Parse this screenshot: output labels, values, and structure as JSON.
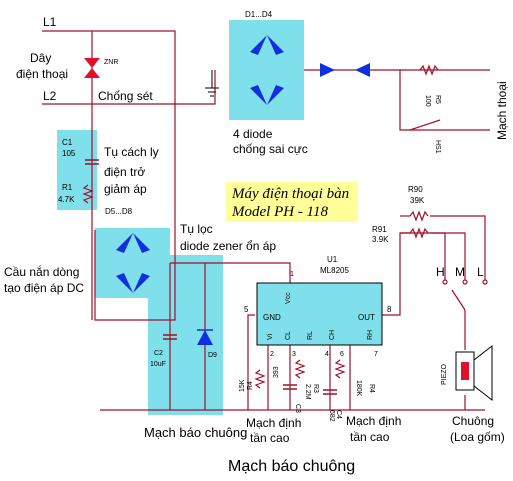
{
  "lines": {
    "l1": "L1",
    "l2": "L2"
  },
  "labels": {
    "phone_line": [
      "Dây",
      "điện thoại"
    ],
    "surge": "Chống sét",
    "zener_protect": "ZNR",
    "bridge_top": "D1...D4",
    "diode4": [
      "4 diode",
      "chống sai cực"
    ],
    "phone_circuit": "Mạch thoại",
    "r5": [
      "R5",
      "100"
    ],
    "hs1": "HS1",
    "c1": [
      "C1",
      "105"
    ],
    "r1": [
      "R1",
      "4.7K"
    ],
    "d5d8": "D5...D8",
    "iso_cap": [
      "Tụ cách ly",
      "điện trở",
      "giảm áp"
    ],
    "model": [
      "Máy điện thoại bàn",
      "Model PH - 118"
    ],
    "r90": [
      "R90",
      "39K"
    ],
    "r91": [
      "R91",
      "3.9K"
    ],
    "filter": [
      "Tụ lọc",
      "diode zener ổn áp"
    ],
    "rectifier": [
      "Cầu nắn dòng",
      "tạo điện áp DC"
    ],
    "u1": [
      "U1",
      "ML8205"
    ],
    "hml": [
      "H",
      "M",
      "L"
    ],
    "pins": {
      "vcc": "Vcc",
      "gnd": "GND",
      "vi": "Vi",
      "cl": "CL",
      "rl": "RL",
      "ch": "CH",
      "rh": "RH",
      "out": "OUT"
    },
    "pin_nums": [
      "5",
      "8",
      "2",
      "3",
      "4",
      "6",
      "7",
      "1"
    ],
    "c2": [
      "C2",
      "10uF"
    ],
    "d9": "D9",
    "r4a": [
      "R4",
      "15K"
    ],
    "c393": "393",
    "c3": "C3",
    "r3": [
      "R3",
      "2.2M"
    ],
    "r4b": [
      "R4",
      "180K"
    ],
    "c4": [
      "C4",
      "682"
    ],
    "piezo": "PIEZO",
    "ring_block": "Mạch báo chuông",
    "low_freq": [
      "Mạch định",
      "tần cao"
    ],
    "high_freq": [
      "Mạch định",
      "tần cao"
    ],
    "bell": [
      "Chuông",
      "(Loa gốm)"
    ],
    "main_title": "Mạch báo chuông"
  },
  "colors": {
    "wire": "#a0102a",
    "highlight_cyan": "#7fe0ec",
    "highlight_yellow": "#ffff99",
    "component_blue": "#1030e0",
    "text_blue": "#1a1aa8"
  }
}
